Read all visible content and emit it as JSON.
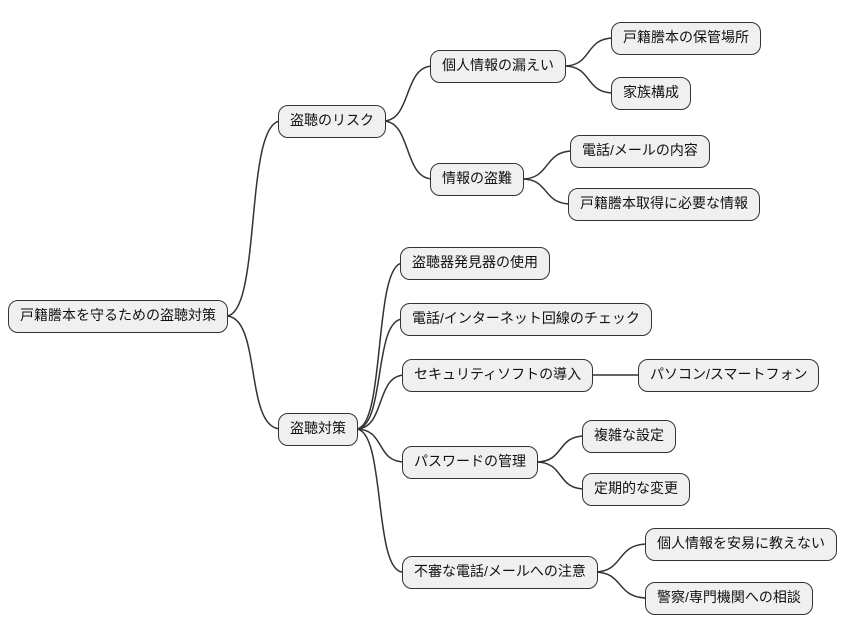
{
  "diagram": {
    "type": "mindmap",
    "title": "戸籍謄本を守るための盗聴対策",
    "style": {
      "background": "#ffffff",
      "node_fill": "#f0f0f0",
      "node_border": "#333333",
      "edge_color": "#333333",
      "text_color": "#111111"
    },
    "nodes": {
      "root": {
        "label": "戸籍謄本を守るための盗聴対策"
      },
      "tocho_risk": {
        "label": "盗聴のリスク"
      },
      "kojin_joho_roei": {
        "label": "個人情報の漏えい"
      },
      "koseki_hokan_basho": {
        "label": "戸籍謄本の保管場所"
      },
      "kazoku_kosei": {
        "label": "家族構成"
      },
      "joho_tonan": {
        "label": "情報の盗難"
      },
      "denwa_mail_naiyo": {
        "label": "電話/メールの内容"
      },
      "koseki_shutoku_joho": {
        "label": "戸籍謄本取得に必要な情報"
      },
      "tocho_taisaku": {
        "label": "盗聴対策"
      },
      "hakkenki_shiyo": {
        "label": "盗聴器発見器の使用"
      },
      "kaisen_check": {
        "label": "電話/インターネット回線のチェック"
      },
      "security_soft": {
        "label": "セキュリティソフトの導入"
      },
      "pc_smartphone": {
        "label": "パソコン/スマートフォン"
      },
      "password_kanri": {
        "label": "パスワードの管理"
      },
      "fukuzatsu_settei": {
        "label": "複雑な設定"
      },
      "teikiteki_henko": {
        "label": "定期的な変更"
      },
      "fushin_chui": {
        "label": "不審な電話/メールへの注意"
      },
      "oshienai": {
        "label": "個人情報を安易に教えない"
      },
      "keisatsu_sodan": {
        "label": "警察/専門機関への相談"
      }
    },
    "edges": [
      {
        "from": "root",
        "to": "tocho_risk"
      },
      {
        "from": "root",
        "to": "tocho_taisaku"
      },
      {
        "from": "tocho_risk",
        "to": "kojin_joho_roei"
      },
      {
        "from": "tocho_risk",
        "to": "joho_tonan"
      },
      {
        "from": "kojin_joho_roei",
        "to": "koseki_hokan_basho"
      },
      {
        "from": "kojin_joho_roei",
        "to": "kazoku_kosei"
      },
      {
        "from": "joho_tonan",
        "to": "denwa_mail_naiyo"
      },
      {
        "from": "joho_tonan",
        "to": "koseki_shutoku_joho"
      },
      {
        "from": "tocho_taisaku",
        "to": "hakkenki_shiyo"
      },
      {
        "from": "tocho_taisaku",
        "to": "kaisen_check"
      },
      {
        "from": "tocho_taisaku",
        "to": "security_soft"
      },
      {
        "from": "tocho_taisaku",
        "to": "password_kanri"
      },
      {
        "from": "tocho_taisaku",
        "to": "fushin_chui"
      },
      {
        "from": "security_soft",
        "to": "pc_smartphone"
      },
      {
        "from": "password_kanri",
        "to": "fukuzatsu_settei"
      },
      {
        "from": "password_kanri",
        "to": "teikiteki_henko"
      },
      {
        "from": "fushin_chui",
        "to": "oshienai"
      },
      {
        "from": "fushin_chui",
        "to": "keisatsu_sodan"
      }
    ]
  }
}
